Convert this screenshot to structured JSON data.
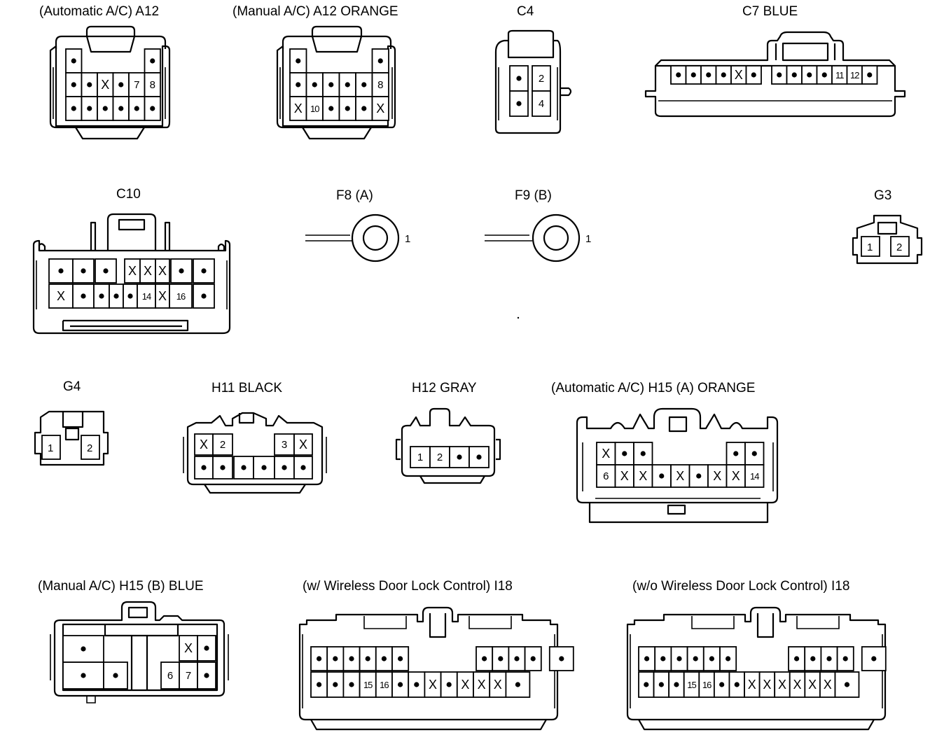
{
  "connectors": [
    {
      "id": "a12-auto",
      "label": "(Automatic A/C)  A12",
      "cells": [
        {
          "r": 0,
          "c": 0,
          "v": "•"
        },
        {
          "r": 0,
          "c": 5,
          "v": "•"
        },
        {
          "r": 1,
          "c": 0,
          "v": "•"
        },
        {
          "r": 1,
          "c": 1,
          "v": "•"
        },
        {
          "r": 1,
          "c": 2,
          "v": "X"
        },
        {
          "r": 1,
          "c": 3,
          "v": "•"
        },
        {
          "r": 1,
          "c": 4,
          "v": "7"
        },
        {
          "r": 1,
          "c": 5,
          "v": "8"
        },
        {
          "r": 2,
          "c": 0,
          "v": "•"
        },
        {
          "r": 2,
          "c": 1,
          "v": "•"
        },
        {
          "r": 2,
          "c": 2,
          "v": "•"
        },
        {
          "r": 2,
          "c": 3,
          "v": "•"
        },
        {
          "r": 2,
          "c": 4,
          "v": "•"
        },
        {
          "r": 2,
          "c": 5,
          "v": "•"
        }
      ]
    },
    {
      "id": "a12-manual",
      "label": "(Manual A/C)  A12  ORANGE",
      "cells": [
        {
          "r": 0,
          "c": 0,
          "v": "•"
        },
        {
          "r": 0,
          "c": 5,
          "v": "•"
        },
        {
          "r": 1,
          "c": 0,
          "v": "•"
        },
        {
          "r": 1,
          "c": 1,
          "v": "•"
        },
        {
          "r": 1,
          "c": 2,
          "v": "•"
        },
        {
          "r": 1,
          "c": 3,
          "v": "•"
        },
        {
          "r": 1,
          "c": 4,
          "v": "•"
        },
        {
          "r": 1,
          "c": 5,
          "v": "8"
        },
        {
          "r": 2,
          "c": 0,
          "v": "X"
        },
        {
          "r": 2,
          "c": 1,
          "v": "10"
        },
        {
          "r": 2,
          "c": 2,
          "v": "•"
        },
        {
          "r": 2,
          "c": 3,
          "v": "•"
        },
        {
          "r": 2,
          "c": 4,
          "v": "•"
        },
        {
          "r": 2,
          "c": 5,
          "v": "X"
        }
      ]
    },
    {
      "id": "c4",
      "label": "C4",
      "cells": [
        {
          "r": 0,
          "c": 0,
          "v": "•"
        },
        {
          "r": 0,
          "c": 1,
          "v": "2"
        },
        {
          "r": 1,
          "c": 0,
          "v": "•"
        },
        {
          "r": 1,
          "c": 1,
          "v": "4"
        }
      ]
    },
    {
      "id": "c7",
      "label": "C7  BLUE",
      "left": [
        "•",
        "•",
        "•",
        "•",
        "X",
        "•"
      ],
      "right": [
        "•",
        "•",
        "•",
        "•",
        "11",
        "12",
        "•"
      ]
    },
    {
      "id": "c10",
      "label": "C10",
      "row1": [
        "•",
        "•",
        "•",
        "",
        "X",
        "X",
        "X",
        "•",
        "•"
      ],
      "row2": [
        "X",
        "•",
        "•",
        "•",
        "•",
        "14",
        "X",
        "16",
        "•"
      ]
    },
    {
      "id": "f8",
      "label": "F8 (A)",
      "pin": "1"
    },
    {
      "id": "f9",
      "label": "F9 (B)",
      "pin": "1"
    },
    {
      "id": "g3",
      "label": "G3",
      "pins": [
        "1",
        "2"
      ]
    },
    {
      "id": "g4",
      "label": "G4",
      "pins": [
        "1",
        "2"
      ]
    },
    {
      "id": "h11",
      "label": "H11  BLACK",
      "row1": [
        "X",
        "2",
        "",
        "",
        "3",
        "X"
      ],
      "row2": [
        "•",
        "•",
        "•",
        "•",
        "•",
        "•"
      ]
    },
    {
      "id": "h12",
      "label": "H12  GRAY",
      "row1": [
        "1",
        "2",
        "•",
        "•"
      ]
    },
    {
      "id": "h15a",
      "label": "(Automatic A/C)  H15 (A)  ORANGE",
      "row1": [
        "X",
        "•",
        "•",
        "",
        "",
        "",
        "",
        "•",
        "•"
      ],
      "row2": [
        "6",
        "X",
        "X",
        "•",
        "X",
        "•",
        "X",
        "X",
        "14"
      ]
    },
    {
      "id": "h15b",
      "label": "(Manual A/C)  H15 (B)  BLUE",
      "cells": [
        "•",
        "•",
        "•",
        "X",
        "•",
        "6",
        "7",
        "•"
      ]
    },
    {
      "id": "i18-w",
      "label": "(w/ Wireless Door Lock Control)  I18",
      "row1": [
        "•",
        "•",
        "•",
        "•",
        "•",
        "•",
        "",
        "•",
        "•",
        "•",
        "•",
        "•"
      ],
      "row2": [
        "•",
        "•",
        "•",
        "15",
        "16",
        "•",
        "•",
        "X",
        "•",
        "X",
        "X",
        "X",
        "•"
      ]
    },
    {
      "id": "i18-wo",
      "label": "(w/o Wireless Door Lock Control)  I18",
      "row1": [
        "•",
        "•",
        "•",
        "•",
        "•",
        "•",
        "",
        "•",
        "•",
        "•",
        "•",
        "•"
      ],
      "row2": [
        "•",
        "•",
        "•",
        "15",
        "16",
        "•",
        "•",
        "X",
        "X",
        "X",
        "X",
        "X",
        "X",
        "•"
      ]
    }
  ]
}
